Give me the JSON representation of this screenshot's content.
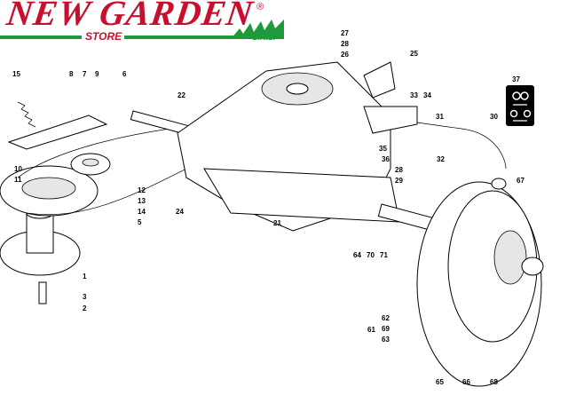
{
  "logo": {
    "title": "NEW GARDEN",
    "registered": "®",
    "store": "STORE",
    "sas": "S.A.S."
  },
  "labels": [
    "15",
    "8",
    "7",
    "9",
    "6",
    "10",
    "11",
    "12",
    "13",
    "14",
    "5",
    "1",
    "3",
    "2",
    "22",
    "24",
    "21",
    "27",
    "28",
    "26",
    "25",
    "33",
    "34",
    "31",
    "30",
    "35",
    "36",
    "28",
    "29",
    "32",
    "37",
    "67",
    "64",
    "70",
    "71",
    "62",
    "69",
    "61",
    "63",
    "65",
    "66",
    "68"
  ],
  "colors": {
    "brand_red": "#c8102e",
    "brand_green": "#1e9a3a"
  }
}
